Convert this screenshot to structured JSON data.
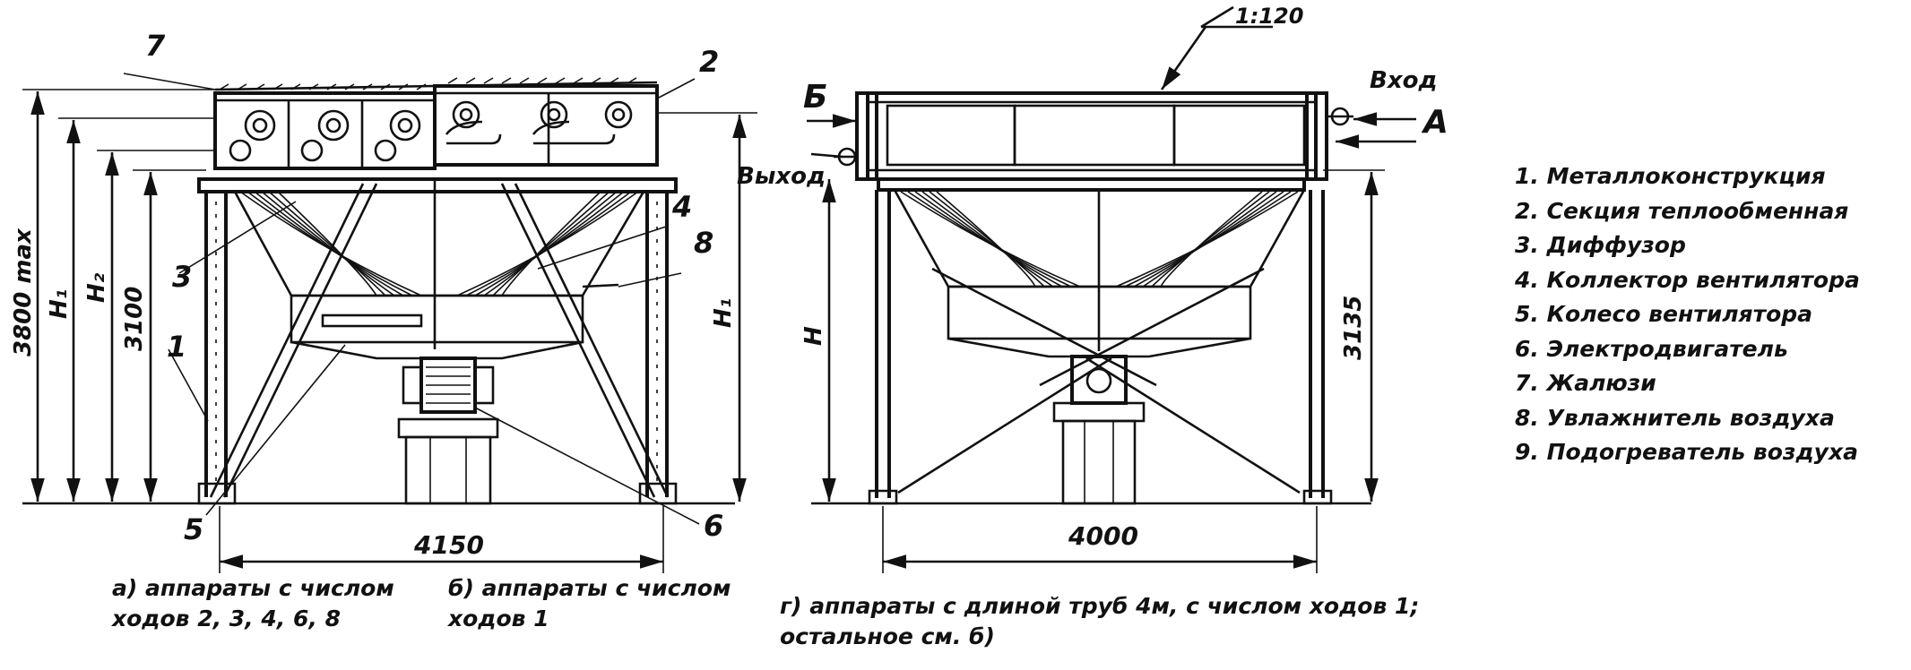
{
  "scale_label": "1:120",
  "labels": {
    "left_view": {
      "dim_overall": "3800 max",
      "dim_h1_left": "H₁",
      "dim_h2": "H₂",
      "dim_3100": "3100",
      "dim_h1_right": "H₁",
      "dim_width": "4150",
      "callouts": [
        "1",
        "2",
        "3",
        "4",
        "5",
        "6",
        "7",
        "8"
      ]
    },
    "right_view": {
      "marker_b": "Б",
      "marker_a": "А",
      "inlet": "Вход",
      "outlet": "Выход",
      "dim_h": "H",
      "dim_3135": "3135",
      "dim_width": "4000"
    }
  },
  "captions": {
    "a": [
      "а) аппараты с числом",
      "ходов 2, 3, 4, 6, 8"
    ],
    "b": [
      "б) аппараты с числом",
      "ходов 1"
    ],
    "g": [
      "г) аппараты с длиной труб 4м, с числом ходов 1;",
      "остальное см. б)"
    ]
  },
  "legend": [
    "1.  Металлоконструкция",
    "2.  Секция теплообменная",
    "3.  Диффузор",
    "4.  Коллектор вентилятора",
    "5.  Колесо вентилятора",
    "6.   Электродвигатель",
    "7.  Жалюзи",
    "8.   Увлажнитель воздуха",
    "9.  Подогреватель воздуха"
  ]
}
